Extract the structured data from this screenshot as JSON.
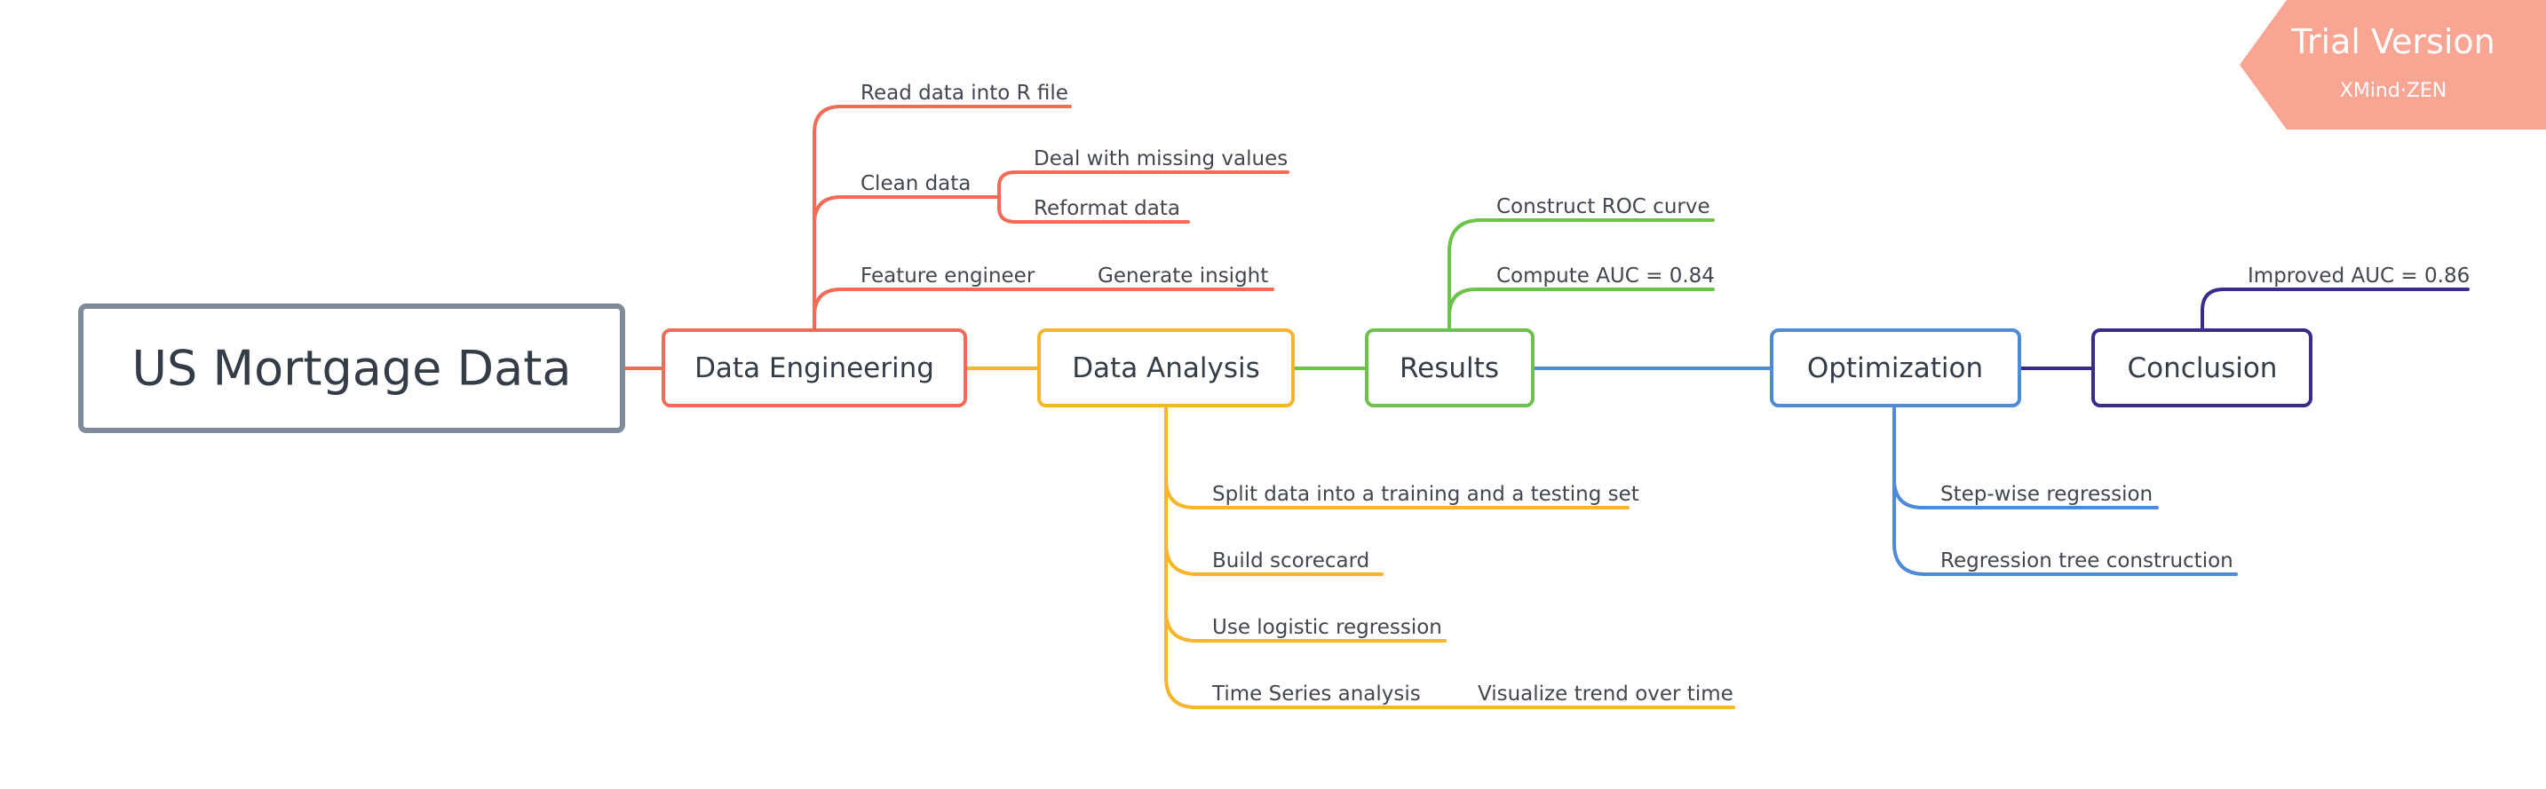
{
  "root": {
    "label": "US Mortgage Data",
    "color": "#7f8a9a"
  },
  "stages": {
    "data_engineering": {
      "label": "Data Engineering",
      "color": "#f26b56",
      "children": {
        "read_data": "Read data into R file",
        "clean_data": "Clean data",
        "missing_values": "Deal with missing values",
        "reformat": "Reformat data",
        "feature_engineer": "Feature engineer",
        "generate_insight": "Generate insight"
      }
    },
    "data_analysis": {
      "label": "Data Analysis",
      "color": "#f7b52b",
      "children": {
        "split": "Split data into a training and a testing set",
        "scorecard": "Build scorecard",
        "logistic": "Use logistic regression",
        "time_series": "Time Series analysis",
        "visualize": "Visualize trend over time"
      }
    },
    "results": {
      "label": "Results",
      "color": "#6cc24a",
      "children": {
        "roc": "Construct ROC curve",
        "auc": "Compute AUC = 0.84"
      }
    },
    "optimization": {
      "label": "Optimization",
      "color": "#4f8ad6",
      "children": {
        "stepwise": "Step-wise regression",
        "tree": "Regression tree construction"
      }
    },
    "conclusion": {
      "label": "Conclusion",
      "color": "#3a2a8c",
      "children": {
        "improved_auc": "Improved AUC = 0.86"
      }
    }
  },
  "watermark": {
    "title": "Trial Version",
    "subtitle": "XMind·ZEN",
    "color": "#f9a594"
  }
}
